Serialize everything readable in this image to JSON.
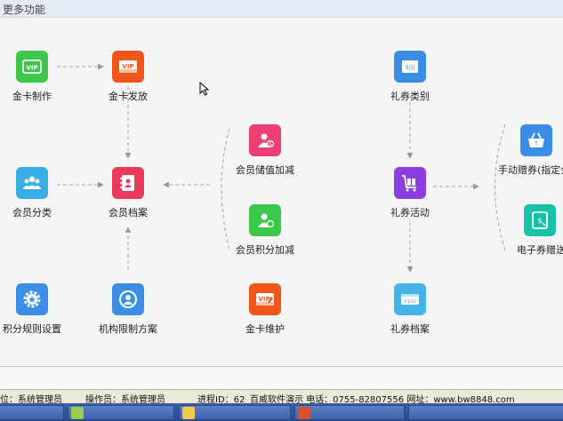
{
  "window": {
    "title": "更多功能"
  },
  "nodes": {
    "gold_card_make": "金卡制作",
    "gold_card_issue": "金卡发放",
    "member_category": "会员分类",
    "member_file": "会员档案",
    "points_rule": "积分规则设置",
    "org_restrict": "机构限制方案",
    "member_stored_value": "会员储值加减",
    "member_points": "会员积分加减",
    "gold_card_maintain": "金卡维护",
    "coupon_category": "礼券类别",
    "coupon_activity": "礼券活动",
    "coupon_file": "礼券档案",
    "manual_gift_coupon": "手动赠券(指定会",
    "ecoupon_gift": "电子券赠送"
  },
  "icons": {
    "vip_card": "VIP",
    "voucher": "¥100",
    "ticket": "$|||"
  },
  "status": {
    "post": "岗位：系统管理员",
    "operator": "操作员：系统管理员",
    "process": "进程ID：62",
    "company": "百威软件演示 电话：0755-82807556 网址：www.bw8848.com"
  },
  "colors": {
    "green": "#3cc84a",
    "orange": "#f0561a",
    "blue": "#3a8ee6",
    "red": "#ea3a57",
    "pink": "#ec3f74",
    "purple": "#8d3ee0",
    "teal": "#17c3a7"
  }
}
